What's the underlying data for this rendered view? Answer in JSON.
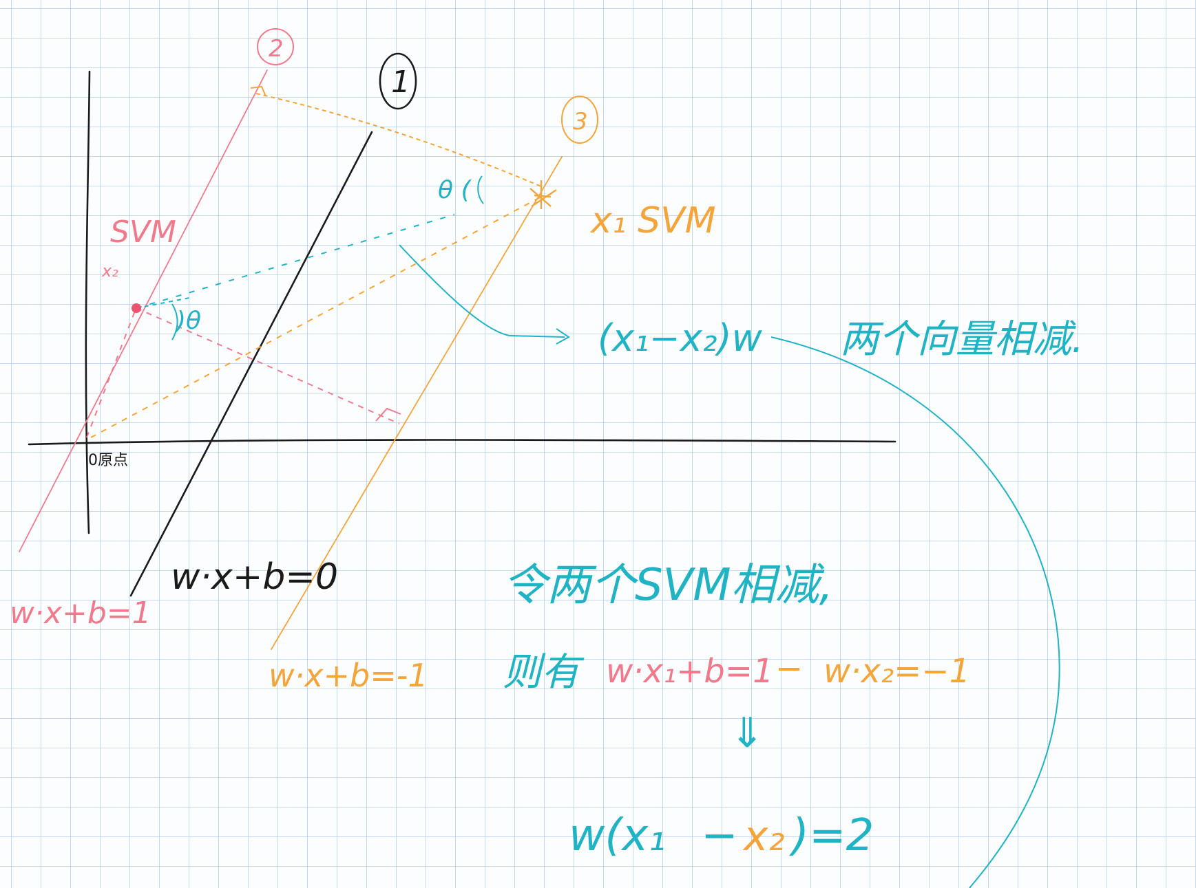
{
  "colors": {
    "grid": "#a9c6e3",
    "black": "#1a1a1a",
    "pink": "#f07a8c",
    "orange": "#f3a53a",
    "teal": "#1fb3c4",
    "point": "#e9556e"
  },
  "labels": {
    "line1_marker": "1",
    "line2_marker": "2",
    "line3_marker": "3",
    "x1_label": "x₁ SVM",
    "x2_label_svm": "SVM",
    "x2_label_x": "x₂",
    "origin_label": "0原点",
    "theta_upper": "θ (",
    "theta_lower": ")θ",
    "eq_center": "w·x+b=0",
    "eq_plus": "w·x+b=1",
    "eq_minus": "w·x+b=-1",
    "vector_expr": "(x₁−x₂)w",
    "vector_note": "两个向量相减.",
    "note_line1": "令两个SVM相减,",
    "note_line2_prefix": "则有",
    "note_line2_eq1": "w·x₁+b=1",
    "note_line2_dash": "−",
    "note_line2_eq2": "w·x₂=−1",
    "arrow_down": "⇓",
    "result_w": "w(x₁",
    "result_minus": "−",
    "result_x2": "x₂",
    "result_eq": ")=2"
  }
}
